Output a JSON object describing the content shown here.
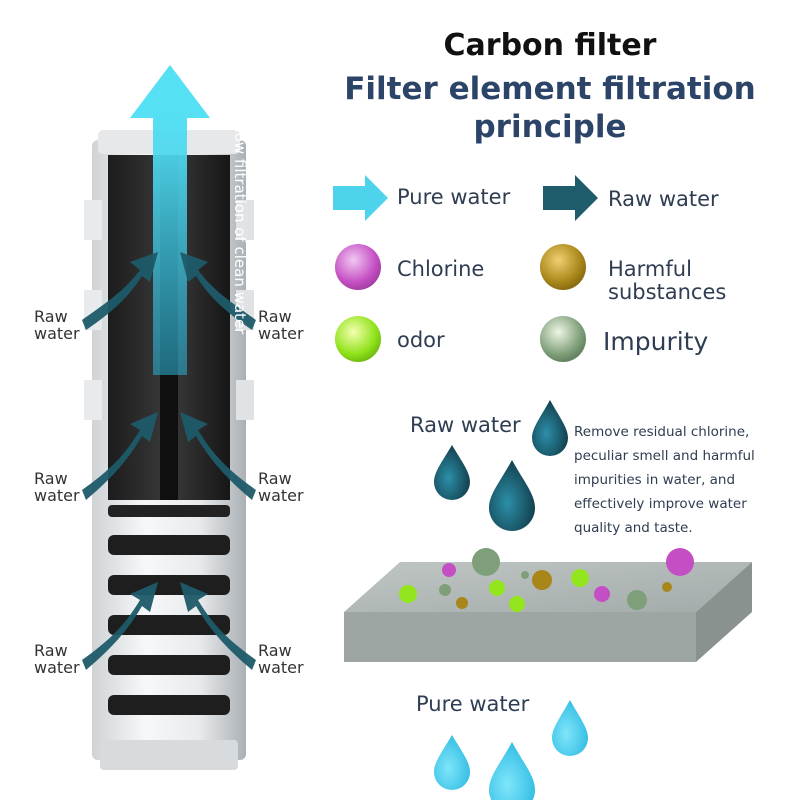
{
  "title": "Carbon filter",
  "subtitle_line1": "Filter element filtration",
  "subtitle_line2": "principle",
  "vertical_label": "High flow filtration of clean water",
  "side_labels": {
    "raw_water_text": "Raw\nwater"
  },
  "legend": {
    "pure_water": "Pure water",
    "raw_water": "Raw water",
    "chlorine": "Chlorine",
    "harmful_substances": "Harmful\nsubstances",
    "odor": "odor",
    "impurity": "Impurity"
  },
  "raw_water_heading": "Raw water",
  "description": "Remove residual chlorine, peculiar smell and harmful impurities in water, and effectively improve water quality and taste.",
  "pure_water_heading": "Pure water",
  "colors": {
    "pure_water_arrow": "#4dd4ec",
    "raw_water_arrow": "#1f5c6b",
    "chlorine": "#c44fc4",
    "harmful": "#a8861a",
    "odor": "#8fe21a",
    "impurity": "#7f9f7a",
    "title_blue": "#2c4468"
  }
}
